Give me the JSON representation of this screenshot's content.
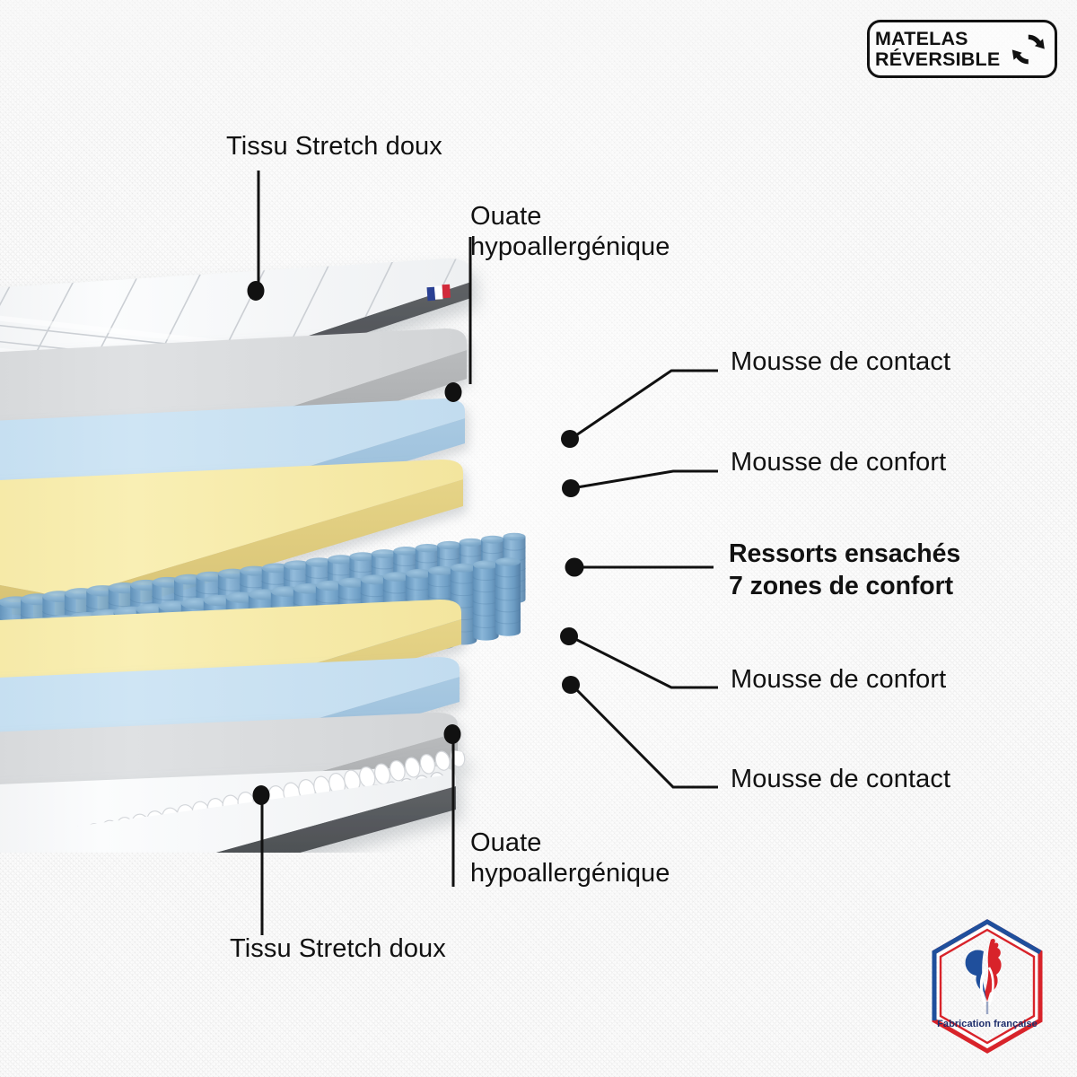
{
  "product": {
    "type": "mattress-layer-diagram",
    "title_visible": false
  },
  "badges": {
    "reversible": {
      "label": "MATELAS\nRÉVERSIBLE",
      "icon": "recycle-arrows-icon",
      "border_color": "#111111"
    },
    "made_in_france": {
      "caption": "Fabrication française",
      "icon": "french-rooster-icon",
      "colors": {
        "blue": "#1f4f9c",
        "red": "#d8232a",
        "text": "#1d2d6b"
      }
    }
  },
  "labels": {
    "top_fabric": "Tissu Stretch doux",
    "top_wadding": "Ouate\nhypoallergénique",
    "top_contact_foam": "Mousse de contact",
    "top_comfort_foam": "Mousse de confort",
    "springs": "Ressorts ensachés\n7 zones de confort",
    "bottom_comfort_foam": "Mousse de confort",
    "bottom_contact_foam": "Mousse de contact",
    "bottom_wadding": "Ouate\nhypoallergénique",
    "bottom_fabric": "Tissu Stretch doux"
  },
  "layers": [
    {
      "id": "top-fabric",
      "name": "Tissu Stretch doux",
      "color": "#f4f5f7",
      "style": "quilted-grid"
    },
    {
      "id": "top-wadding",
      "name": "Ouate hypoallergénique",
      "color": "#d4d6d8",
      "style": "slab"
    },
    {
      "id": "top-contact-foam",
      "name": "Mousse de contact",
      "color": "#c7e1f2",
      "style": "slab"
    },
    {
      "id": "top-comfort-foam",
      "name": "Mousse de confort",
      "color": "#f6ecaa",
      "style": "slab"
    },
    {
      "id": "pocket-springs",
      "name": "Ressorts ensachés 7 zones de confort",
      "color": "#6fa1c8",
      "style": "cylinders"
    },
    {
      "id": "bottom-comfort-foam",
      "name": "Mousse de confort",
      "color": "#f6ecaa",
      "style": "slab"
    },
    {
      "id": "bottom-contact-foam",
      "name": "Mousse de contact",
      "color": "#c7e1f2",
      "style": "slab"
    },
    {
      "id": "bottom-wadding",
      "name": "Ouate hypoallergénique",
      "color": "#dcdee0",
      "style": "slab"
    },
    {
      "id": "bottom-fabric",
      "name": "Tissu Stretch doux",
      "color": "#f6f7f8",
      "style": "quilted-puffy"
    }
  ],
  "flag_tab": {
    "name": "french-flag-tab",
    "colors": [
      "#2b3f93",
      "#ffffff",
      "#d2293a"
    ]
  },
  "palette": {
    "background": "#fcfcfc",
    "text": "#111111",
    "leader_line": "#111111",
    "foam_blue": "#c7e1f2",
    "foam_yellow": "#f6ecaa",
    "spring_blue": "#6fa1c8",
    "wadding_grey": "#d4d6d8"
  }
}
